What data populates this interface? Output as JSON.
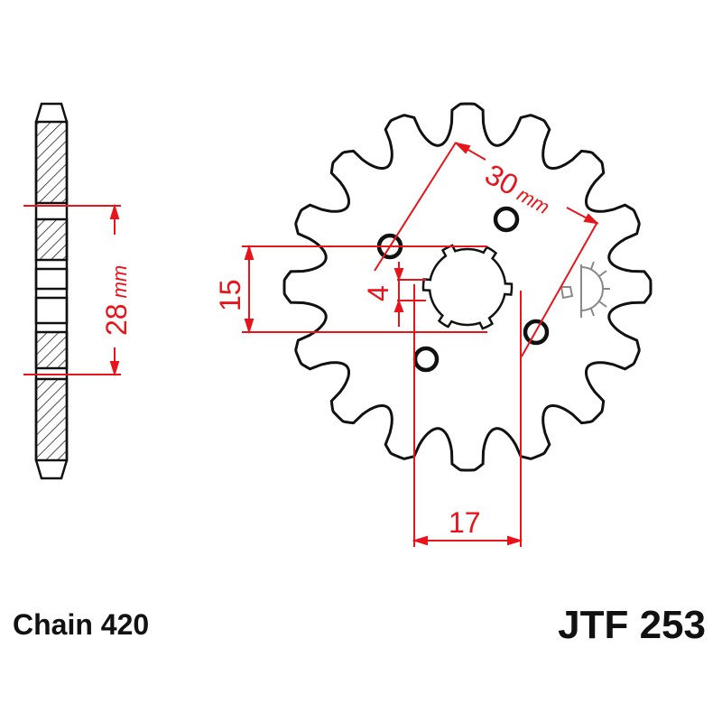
{
  "chain_label": "Chain 420",
  "part_number": "JTF 253",
  "dimensions": {
    "side_width": "28",
    "side_unit": "mm",
    "bolt_pitch": "30",
    "bolt_unit": "mm",
    "bore_across": "15",
    "spline": "4",
    "offset": "17"
  },
  "colors": {
    "dimension": "#e8141b",
    "outline": "#111111",
    "logo": "#888888"
  },
  "icons": [
    "sun-logo-icon"
  ]
}
